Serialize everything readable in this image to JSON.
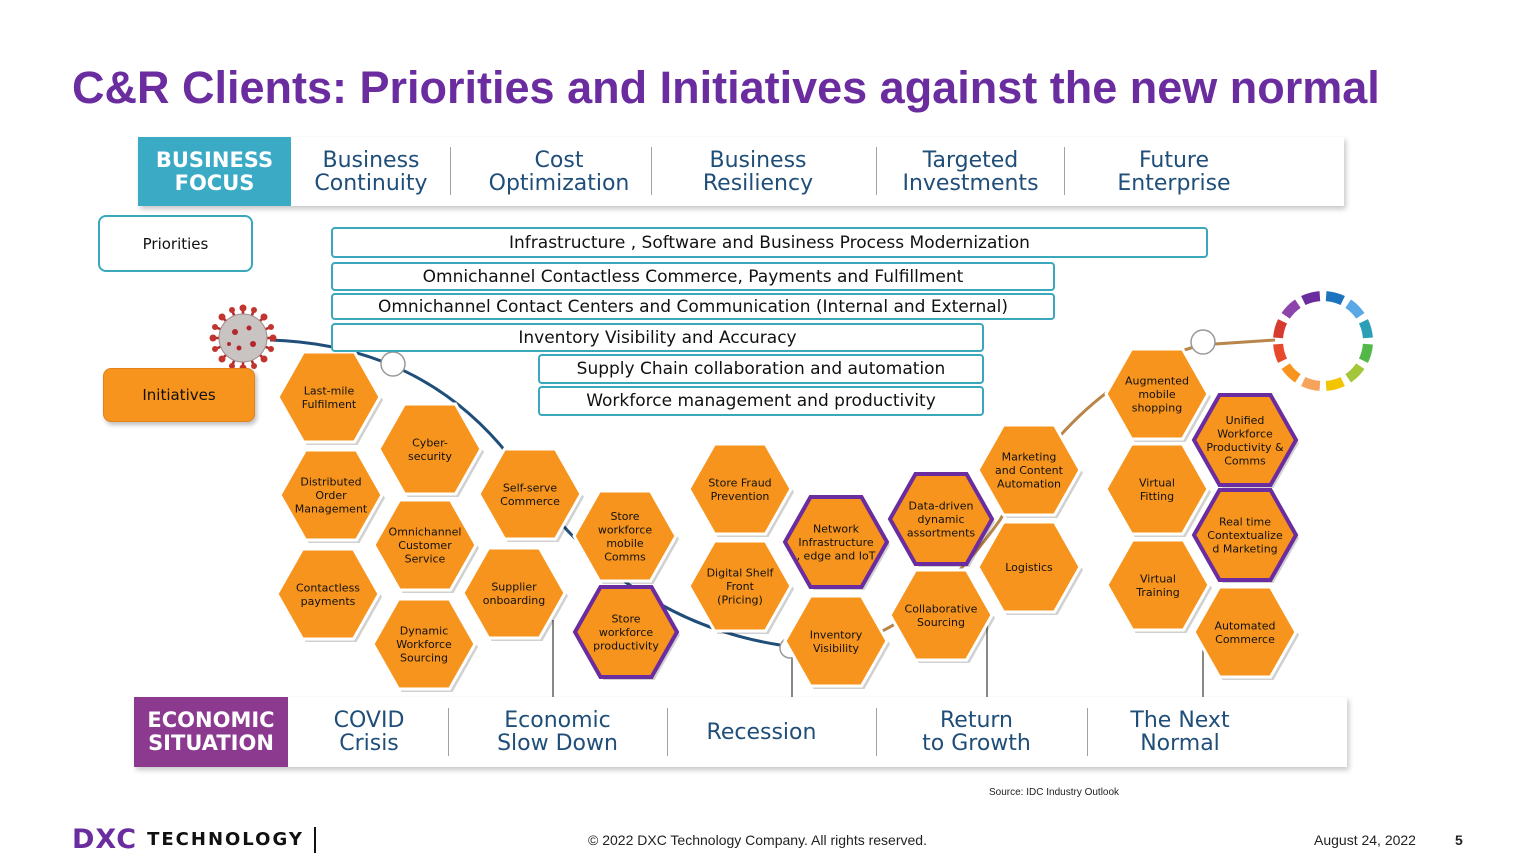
{
  "title": "C&R Clients: Priorities and Initiatives against the new normal",
  "business_focus": {
    "header": "BUSINESS\nFOCUS",
    "header_color": "#3aaac5",
    "items": [
      "Business\nContinuity",
      "Cost\nOptimization",
      "Business\nResiliency",
      "Targeted\nInvestments",
      "Future\nEnterprise"
    ]
  },
  "priorities_label": "Priorities",
  "priorities": [
    "Infrastructure , Software and Business Process Modernization",
    "Omnichannel  Contactless Commerce, Payments and Fulfillment",
    "Omnichannel Contact Centers and Communication  (Internal and External)",
    "Inventory Visibility and Accuracy",
    "Supply Chain collaboration and automation",
    "Workforce management and productivity"
  ],
  "initiatives_label": "Initiatives",
  "initiatives": [
    [
      "Last-mile",
      "Fulfilment"
    ],
    [
      "Cyber-",
      "security"
    ],
    [
      "Distributed",
      "Order",
      "Management"
    ],
    [
      "Self-serve",
      "Commerce"
    ],
    [
      "Omnichannel",
      "Customer",
      "Service"
    ],
    [
      "Store",
      "workforce",
      "mobile",
      "Comms"
    ],
    [
      "Contactless",
      "payments"
    ],
    [
      "Supplier",
      "onboarding"
    ],
    [
      "Dynamic",
      "Workforce",
      "Sourcing"
    ],
    [
      "Store",
      "workforce",
      "productivity"
    ],
    [
      "Store Fraud",
      "Prevention"
    ],
    [
      "Digital Shelf",
      "Front",
      "(Pricing)"
    ],
    [
      "Network",
      "Infrastructure",
      ", edge and IoT"
    ],
    [
      "Inventory",
      "Visibility"
    ],
    [
      "Data-driven",
      "dynamic",
      "assortments"
    ],
    [
      "Collaborative",
      "Sourcing"
    ],
    [
      "Marketing",
      "and Content",
      "Automation"
    ],
    [
      "Logistics"
    ],
    [
      "Augmented",
      "mobile",
      "shopping"
    ],
    [
      "Virtual",
      "Fitting"
    ],
    [
      "Virtual",
      "Training"
    ],
    [
      "Unified",
      "Workforce",
      "Productivity &",
      "Comms"
    ],
    [
      "Real time",
      "Contextualize",
      "d Marketing"
    ],
    [
      "Automated",
      "Commerce"
    ]
  ],
  "economic_situation": {
    "header": "ECONOMIC\nSITUATION",
    "header_color": "#8b3a8f",
    "items": [
      "COVID\nCrisis",
      "Economic\nSlow Down",
      "Recession",
      "Return\nto Growth",
      "The Next\nNormal"
    ]
  },
  "colors": {
    "title": "#6a2c9e",
    "hex_fill": "#f7941d",
    "hex_highlight_border": "#6a2c9e",
    "pill_border": "#3aa7bd",
    "band_text": "#1f4e79"
  },
  "source": "Source: IDC  Industry Outlook",
  "footer": {
    "logo_mark": "DXC",
    "logo_word": "TECHNOLOGY",
    "copyright": "© 2022 DXC Technology Company. All rights reserved.",
    "date": "August 24, 2022",
    "page": "5"
  }
}
